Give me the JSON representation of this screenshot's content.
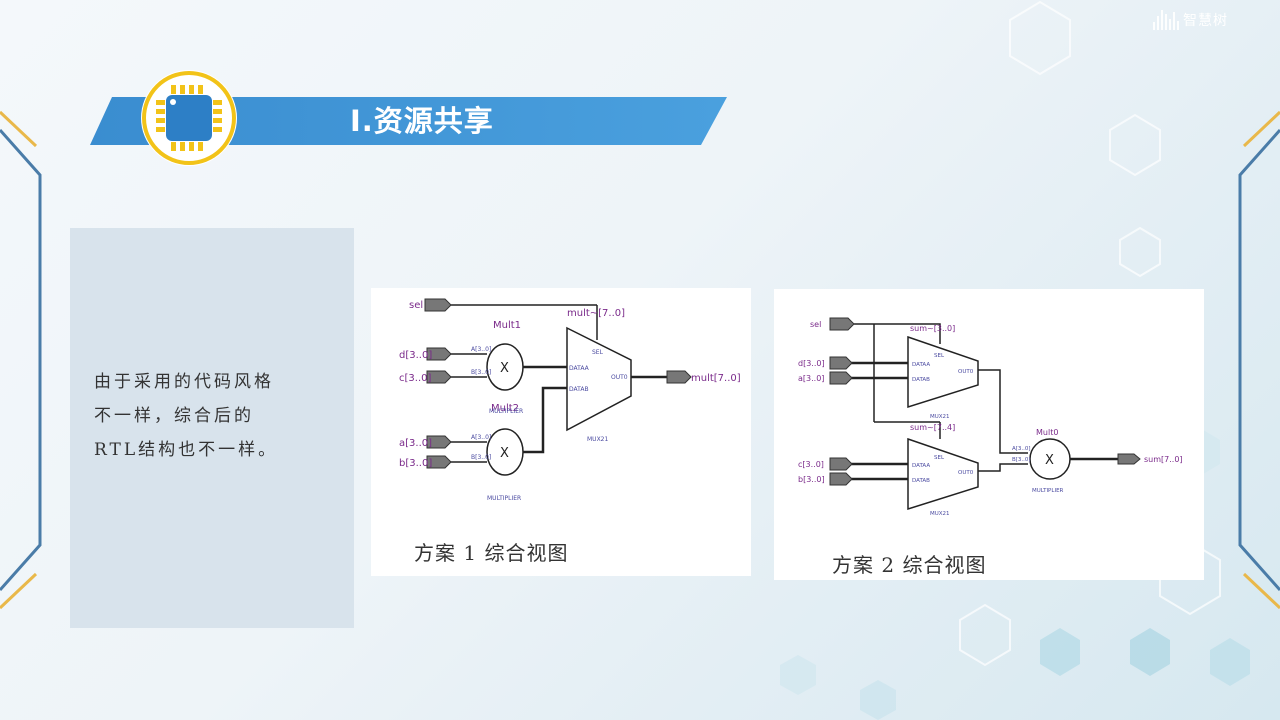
{
  "logo": {
    "text": "智慧树"
  },
  "title": {
    "text": "I.资源共享"
  },
  "panel": {
    "text": "由于采用的代码风格\n不一样，综合后的\nRTL结构也不一样。"
  },
  "diagram1": {
    "caption": "方案 1  综合视图",
    "labels": {
      "sel": "sel",
      "mult_bus": "mult~[7..0]",
      "mult1": "Mult1",
      "mult2": "Mult2",
      "d": "d[3..0]",
      "c": "c[3..0]",
      "a": "a[3..0]",
      "b": "b[3..0]",
      "x": "X",
      "a_in": "A[3..0]",
      "b_in": "B[3..0]",
      "multiplier": "MULTIPLIER",
      "sel_pin": "SEL",
      "dataa": "DATAA",
      "datab": "DATAB",
      "out": "OUT0",
      "mux": "MUX21",
      "out_port": "mult[7..0]"
    }
  },
  "diagram2": {
    "caption": "方案 2  综合视图",
    "labels": {
      "sel": "sel",
      "sum_bus1": "sum~[3..0]",
      "sum_bus2": "sum~[7..4]",
      "d": "d[3..0]",
      "a": "a[3..0]",
      "c": "c[3..0]",
      "b": "b[3..0]",
      "sel_pin": "SEL",
      "dataa": "DATAA",
      "datab": "DATAB",
      "out": "OUT0",
      "mux": "MUX21",
      "mult0": "Mult0",
      "x": "X",
      "a_in": "A[3..0]",
      "b_in": "B[3..0]",
      "multiplier": "MULTIPLIER",
      "out_port": "sum[7..0]"
    }
  }
}
